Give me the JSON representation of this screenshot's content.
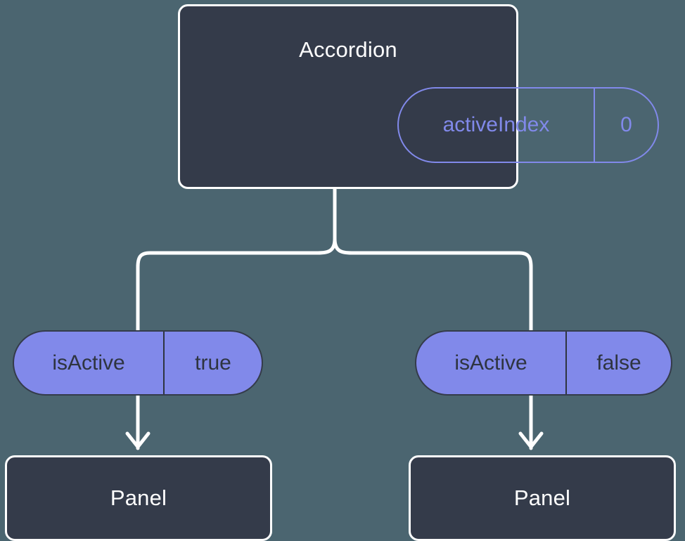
{
  "diagram": {
    "type": "component-state-tree",
    "background_color": "#4b6570",
    "node_fill_color": "#343b4a",
    "node_border_color": "#ffffff",
    "accent_color": "#8189ea",
    "connector_color": "#ffffff",
    "root": {
      "title": "Accordion",
      "state_pill": {
        "key": "activeIndex",
        "value": "0",
        "style": "outlined"
      }
    },
    "branches": [
      {
        "prop_pill": {
          "key": "isActive",
          "value": "true",
          "style": "filled"
        },
        "child": {
          "title": "Panel"
        }
      },
      {
        "prop_pill": {
          "key": "isActive",
          "value": "false",
          "style": "filled"
        },
        "child": {
          "title": "Panel"
        }
      }
    ]
  }
}
